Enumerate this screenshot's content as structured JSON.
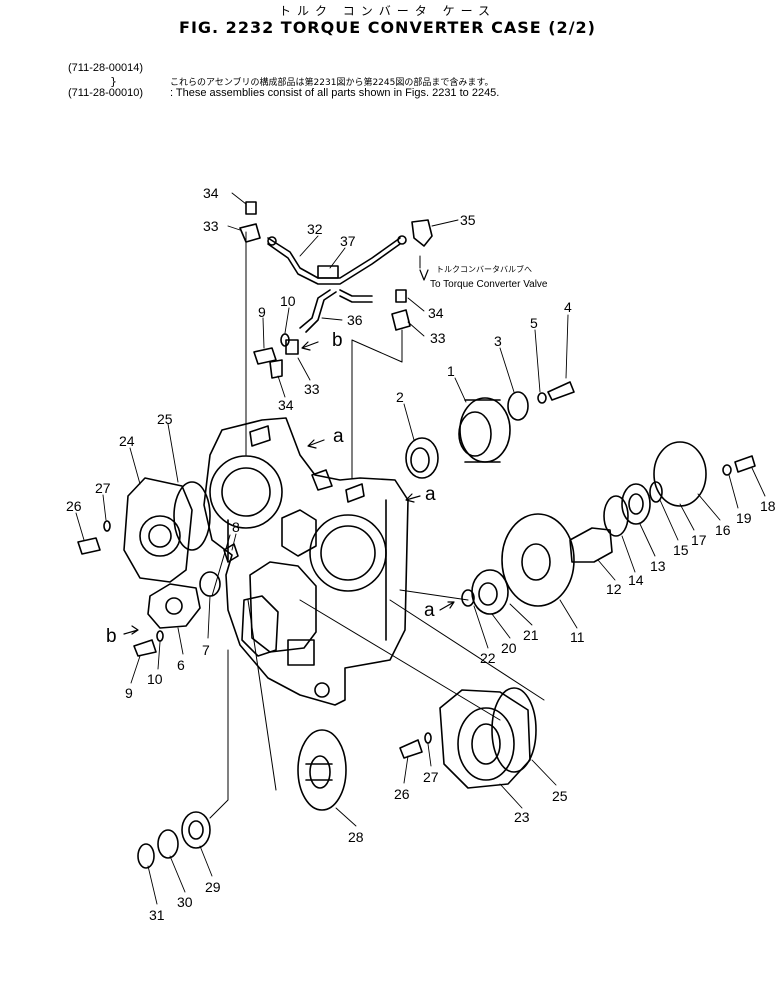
{
  "header": {
    "title_jp": "トルク コンバータ ケース",
    "title": "FIG. 2232  TORQUE CONVERTER CASE (2/2)"
  },
  "serials": {
    "from": "(711-28-00014)",
    "range_mark": "}",
    "to": "(711-28-00010)",
    "note_jp": "これらのアセンブリの構成部品は第2231図から第2245図の部品まで含みます。",
    "note_en": ": These assemblies consist of all parts shown in Figs. 2231 to 2245."
  },
  "valve_label": {
    "jp": "トルクコンバータバルブへ",
    "en": "To Torque Converter Valve"
  },
  "callouts": [
    "34",
    "33",
    "32",
    "37",
    "35",
    "34",
    "36",
    "33",
    "10",
    "9",
    "33",
    "34",
    "4",
    "5",
    "3",
    "1",
    "2",
    "25",
    "24",
    "27",
    "26",
    "8",
    "19",
    "18",
    "16",
    "17",
    "15",
    "13",
    "14",
    "12",
    "7",
    "6",
    "10",
    "9",
    "22",
    "20",
    "21",
    "11",
    "27",
    "26",
    "23",
    "25",
    "28",
    "29",
    "30",
    "31"
  ],
  "connectors": [
    "a",
    "a",
    "a",
    "b",
    "b"
  ]
}
